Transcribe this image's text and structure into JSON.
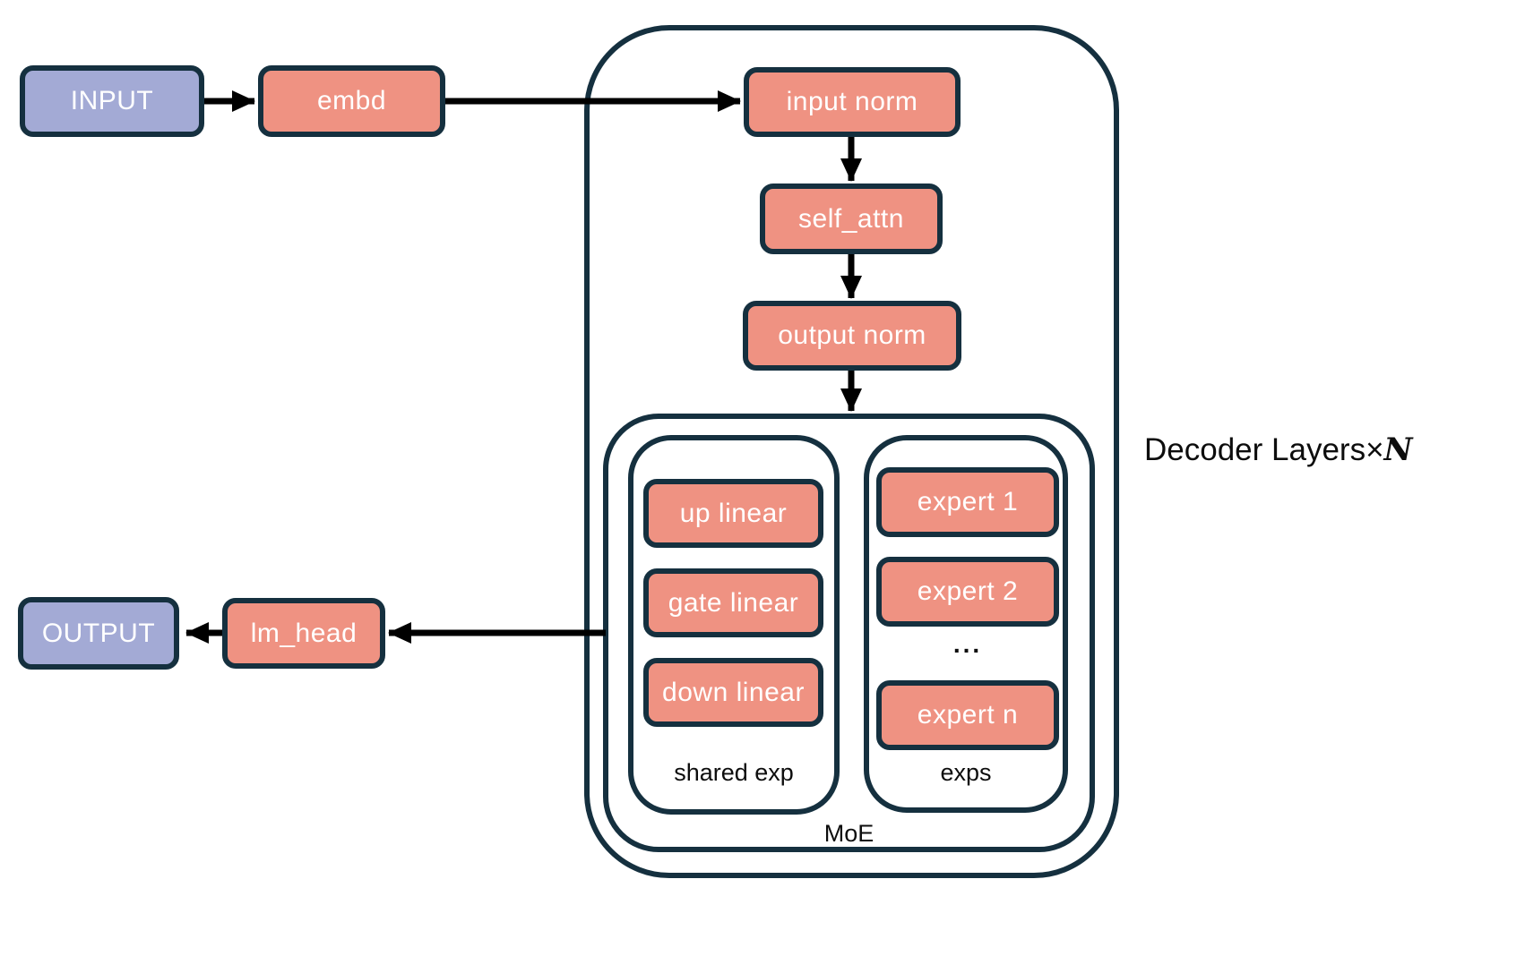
{
  "colors": {
    "background": "#ffffff",
    "module_fill": "#EF9282",
    "io_fill": "#A3AAD5",
    "outline": "#15303F",
    "arrow": "#000000",
    "module_text": "#ffffff",
    "label_text": "#0d0d0d"
  },
  "nodes": {
    "input": "INPUT",
    "embd": "embd",
    "input_norm": "input norm",
    "self_attn": "self_attn",
    "output_norm": "output norm",
    "lm_head": "lm_head",
    "output": "OUTPUT"
  },
  "decoder": {
    "label": "Decoder Layers",
    "times_symbol": "×",
    "layer_count_symbol": "N",
    "moe": {
      "label": "MoE",
      "shared_expert": {
        "label": "shared exp",
        "blocks": [
          "up linear",
          "gate linear",
          "down linear"
        ]
      },
      "experts": {
        "label": "exps",
        "blocks": [
          "expert 1",
          "expert 2",
          "expert n"
        ],
        "ellipsis": "..."
      }
    }
  }
}
